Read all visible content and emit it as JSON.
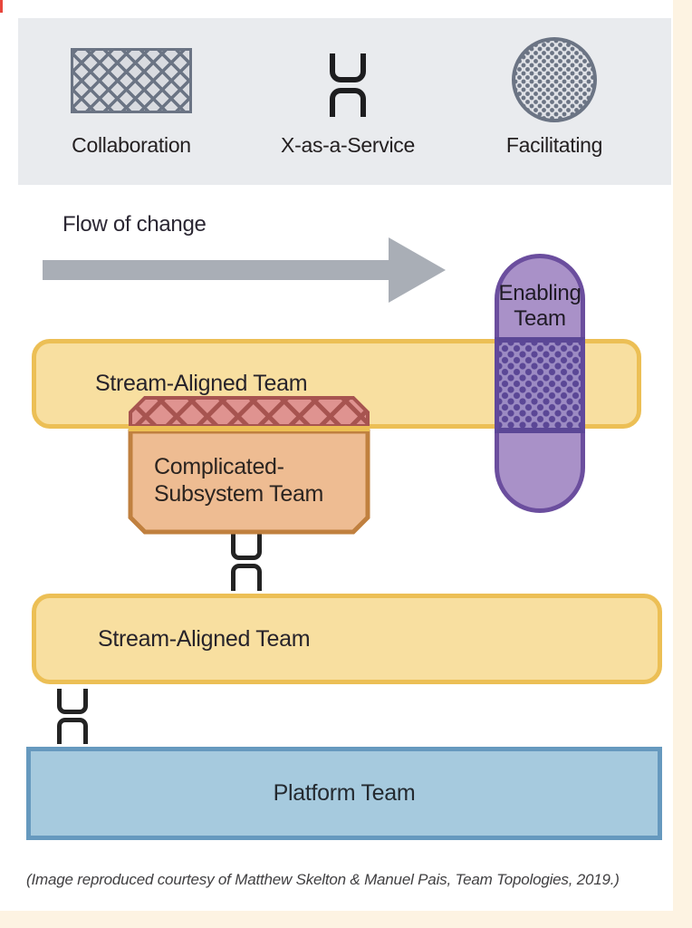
{
  "legend": {
    "items": [
      {
        "id": "collaboration",
        "icon": "crosshatch-rectangle-icon",
        "label": "Collaboration"
      },
      {
        "id": "x-as-a-service",
        "icon": "bracket-pair-icon",
        "label": "X-as-a-Service"
      },
      {
        "id": "facilitating",
        "icon": "dotted-circle-icon",
        "label": "Facilitating"
      }
    ]
  },
  "flow_label": "Flow of change",
  "teams": {
    "enabling": {
      "name": "Enabling Team",
      "line1": "Enabling",
      "line2": "Team"
    },
    "stream_aligned_1": {
      "name": "Stream-Aligned Team"
    },
    "complicated_subsystem": {
      "name": "Complicated-Subsystem Team",
      "line1": "Complicated-",
      "line2": "Subsystem Team"
    },
    "stream_aligned_2": {
      "name": "Stream-Aligned Team"
    },
    "platform": {
      "name": "Platform Team"
    }
  },
  "caption": "(Image reproduced courtesy of Matthew Skelton & Manuel Pais, Team Topologies, 2019.)",
  "colors": {
    "legend_bg": "#e9ebee",
    "legend_icon_gray": "#6b7484",
    "arrow_gray": "#a9aeb6",
    "stream_fill": "#f8dfa0",
    "stream_border": "#ecbf55",
    "enabling_fill": "#a991c8",
    "enabling_border": "#6b4e9e",
    "enabling_overlap_dark": "#5b4796",
    "complicated_fill": "#eebc92",
    "complicated_border": "#c0803f",
    "collaboration_overlap_fill": "#df9390",
    "collaboration_overlap_line": "#a75450",
    "platform_fill": "#a6cade",
    "platform_border": "#6699be",
    "frame_cream": "#fdf3e2",
    "corner_mark_red": "#e8463c",
    "text": "#231f20"
  }
}
